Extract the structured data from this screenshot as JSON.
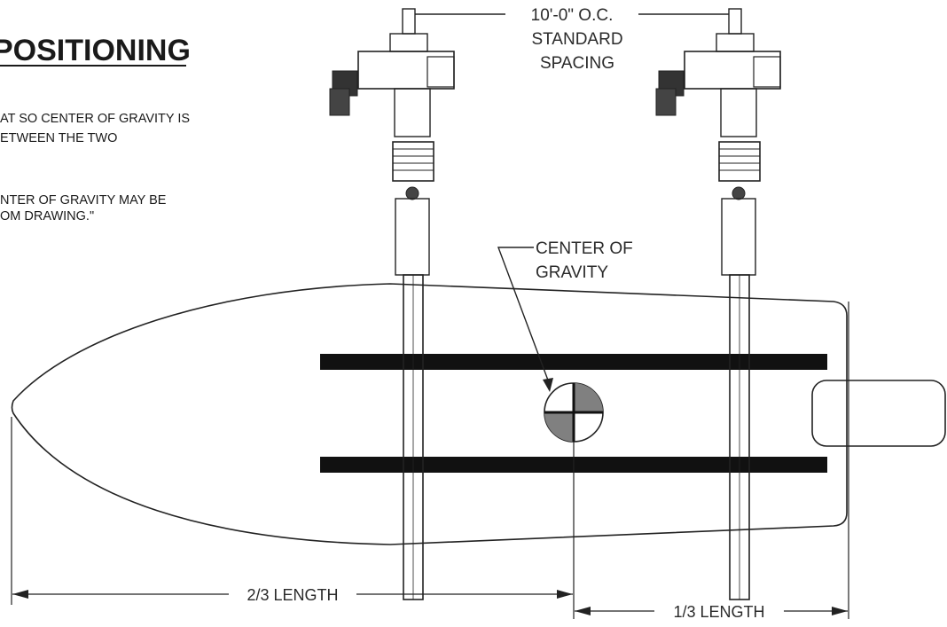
{
  "heading": "POSITIONING",
  "notes": [
    "AT SO CENTER OF GRAVITY IS",
    "ETWEEN THE TWO",
    "NTER OF GRAVITY MAY BE",
    "OM DRAWING.\""
  ],
  "spacing_callout": {
    "line1": "10'-0\" O.C.",
    "line2": "STANDARD",
    "line3": "SPACING"
  },
  "cog_callout": {
    "line1": "CENTER OF",
    "line2": "GRAVITY"
  },
  "dimensions": {
    "left": "2/3 LENGTH",
    "right": "1/3 LENGTH"
  },
  "colors": {
    "line": "#222222",
    "cog_fill": "#808080"
  }
}
